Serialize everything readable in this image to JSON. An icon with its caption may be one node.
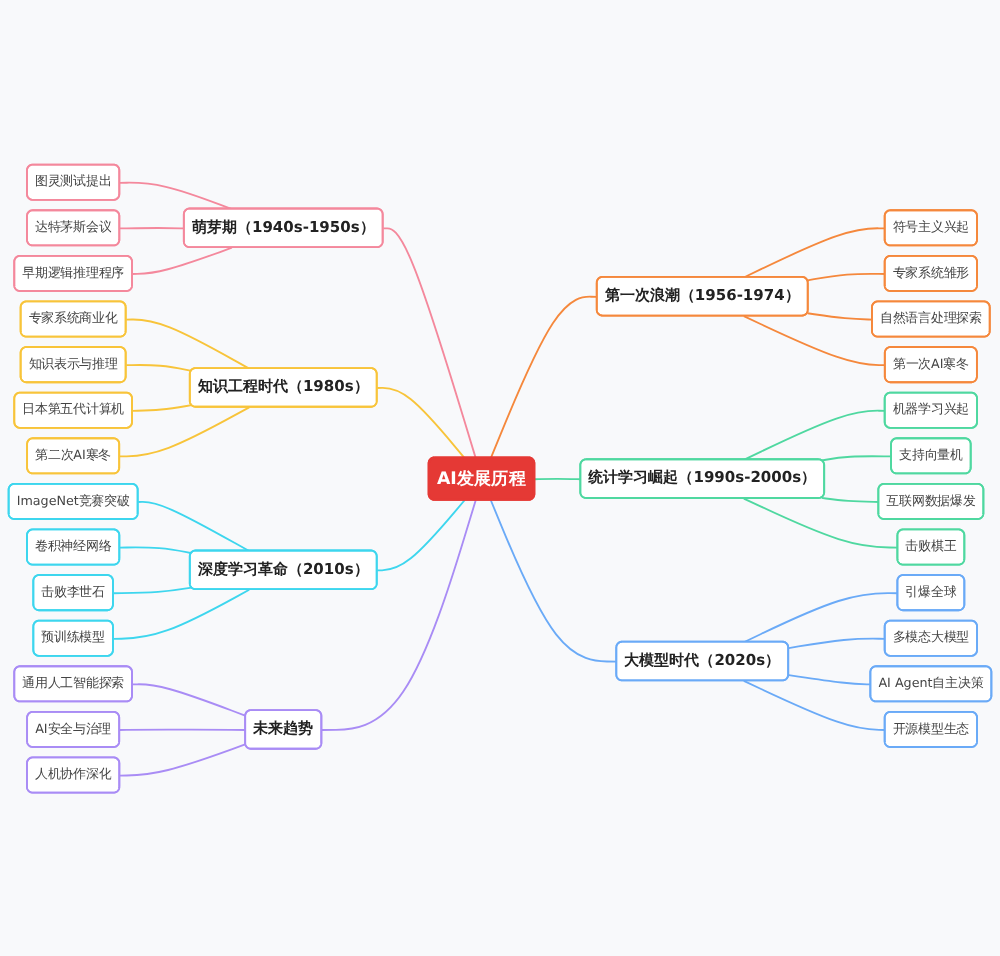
{
  "diagram": {
    "nodes": [
      {
        "text": [
          "AI发展历程"
        ]
      },
      {
        "text": [
          "萌芽期（1940s-1950s）"
        ]
      },
      {
        "text": [
          "图灵测试提出"
        ]
      },
      {
        "text": [
          "达特茅斯会议"
        ]
      },
      {
        "text": [
          "早期逻辑推理程序"
        ]
      },
      {
        "text": [
          "第一次浪潮（1956-1974）"
        ]
      },
      {
        "text": [
          "符号主义兴起"
        ]
      },
      {
        "text": [
          "专家系统雏形"
        ]
      },
      {
        "text": [
          "自然语言处理探索"
        ]
      },
      {
        "text": [
          "第一次AI寒冬"
        ]
      },
      {
        "text": [
          "知识工程时代（1980s）"
        ]
      },
      {
        "text": [
          "专家系统商业化"
        ]
      },
      {
        "text": [
          "知识表示与推理"
        ]
      },
      {
        "text": [
          "日本第五代计算机"
        ]
      },
      {
        "text": [
          "第二次AI寒冬"
        ]
      },
      {
        "text": [
          "统计学习崛起（1990s-2000s）"
        ]
      },
      {
        "text": [
          "机器学习兴起"
        ]
      },
      {
        "text": [
          "支持向量机"
        ]
      },
      {
        "text": [
          "互联网数据爆发"
        ]
      },
      {
        "text": [
          "击败棋王"
        ]
      },
      {
        "text": [
          "深度学习革命（2010s）"
        ]
      },
      {
        "text": [
          "ImageNet竞赛突破"
        ]
      },
      {
        "text": [
          "卷积神经网络"
        ]
      },
      {
        "text": [
          "击败李世石"
        ]
      },
      {
        "text": [
          "预训练模型"
        ]
      },
      {
        "text": [
          "大模型时代（2020s）"
        ]
      },
      {
        "text": [
          "引爆全球"
        ]
      },
      {
        "text": [
          "多模态大模型"
        ]
      },
      {
        "text": [
          "AI Agent自主决策"
        ]
      },
      {
        "text": [
          "开源模型生态"
        ]
      },
      {
        "text": [
          "未来趋势"
        ]
      },
      {
        "text": [
          "通用人工智能探索"
        ]
      },
      {
        "text": [
          "AI安全与治理"
        ]
      },
      {
        "text": [
          "人机协作深化"
        ]
      }
    ],
    "edges": [
      {
        "from": 0,
        "to": 1,
        "arrow": "none",
        "color": "#f4889c"
      },
      {
        "from": 1,
        "to": 2,
        "arrow": "none",
        "color": "#f4889c"
      },
      {
        "from": 1,
        "to": 3,
        "arrow": "none",
        "color": "#f4889c"
      },
      {
        "from": 1,
        "to": 4,
        "arrow": "none",
        "color": "#f4889c"
      },
      {
        "from": 0,
        "to": 5,
        "arrow": "none",
        "color": "#f5883c"
      },
      {
        "from": 5,
        "to": 6,
        "arrow": "none",
        "color": "#f5883c"
      },
      {
        "from": 5,
        "to": 7,
        "arrow": "none",
        "color": "#f5883c"
      },
      {
        "from": 5,
        "to": 8,
        "arrow": "none",
        "color": "#f5883c"
      },
      {
        "from": 5,
        "to": 9,
        "arrow": "none",
        "color": "#f5883c"
      },
      {
        "from": 0,
        "to": 10,
        "arrow": "none",
        "color": "#f8c43a"
      },
      {
        "from": 10,
        "to": 11,
        "arrow": "none",
        "color": "#f8c43a"
      },
      {
        "from": 10,
        "to": 12,
        "arrow": "none",
        "color": "#f8c43a"
      },
      {
        "from": 10,
        "to": 13,
        "arrow": "none",
        "color": "#f8c43a"
      },
      {
        "from": 10,
        "to": 14,
        "arrow": "none",
        "color": "#f8c43a"
      },
      {
        "from": 0,
        "to": 15,
        "arrow": "none",
        "color": "#4fd8a0"
      },
      {
        "from": 15,
        "to": 16,
        "arrow": "none",
        "color": "#4fd8a0"
      },
      {
        "from": 15,
        "to": 17,
        "arrow": "none",
        "color": "#4fd8a0"
      },
      {
        "from": 15,
        "to": 18,
        "arrow": "none",
        "color": "#4fd8a0"
      },
      {
        "from": 15,
        "to": 19,
        "arrow": "none",
        "color": "#4fd8a0"
      },
      {
        "from": 0,
        "to": 20,
        "arrow": "none",
        "color": "#3dd6ee"
      },
      {
        "from": 20,
        "to": 21,
        "arrow": "none",
        "color": "#3dd6ee"
      },
      {
        "from": 20,
        "to": 22,
        "arrow": "none",
        "color": "#3dd6ee"
      },
      {
        "from": 20,
        "to": 23,
        "arrow": "none",
        "color": "#3dd6ee"
      },
      {
        "from": 20,
        "to": 24,
        "arrow": "none",
        "color": "#3dd6ee"
      },
      {
        "from": 0,
        "to": 25,
        "arrow": "none",
        "color": "#6aaaf7"
      },
      {
        "from": 25,
        "to": 26,
        "arrow": "none",
        "color": "#6aaaf7"
      },
      {
        "from": 25,
        "to": 27,
        "arrow": "none",
        "color": "#6aaaf7"
      },
      {
        "from": 25,
        "to": 28,
        "arrow": "none",
        "color": "#6aaaf7"
      },
      {
        "from": 25,
        "to": 29,
        "arrow": "none",
        "color": "#6aaaf7"
      },
      {
        "from": 0,
        "to": 30,
        "arrow": "none",
        "color": "#a98cf5"
      },
      {
        "from": 30,
        "to": 31,
        "arrow": "none",
        "color": "#a98cf5"
      },
      {
        "from": 30,
        "to": 32,
        "arrow": "none",
        "color": "#a98cf5"
      },
      {
        "from": 30,
        "to": 33,
        "arrow": "none",
        "color": "#a98cf5"
      }
    ]
  }
}
